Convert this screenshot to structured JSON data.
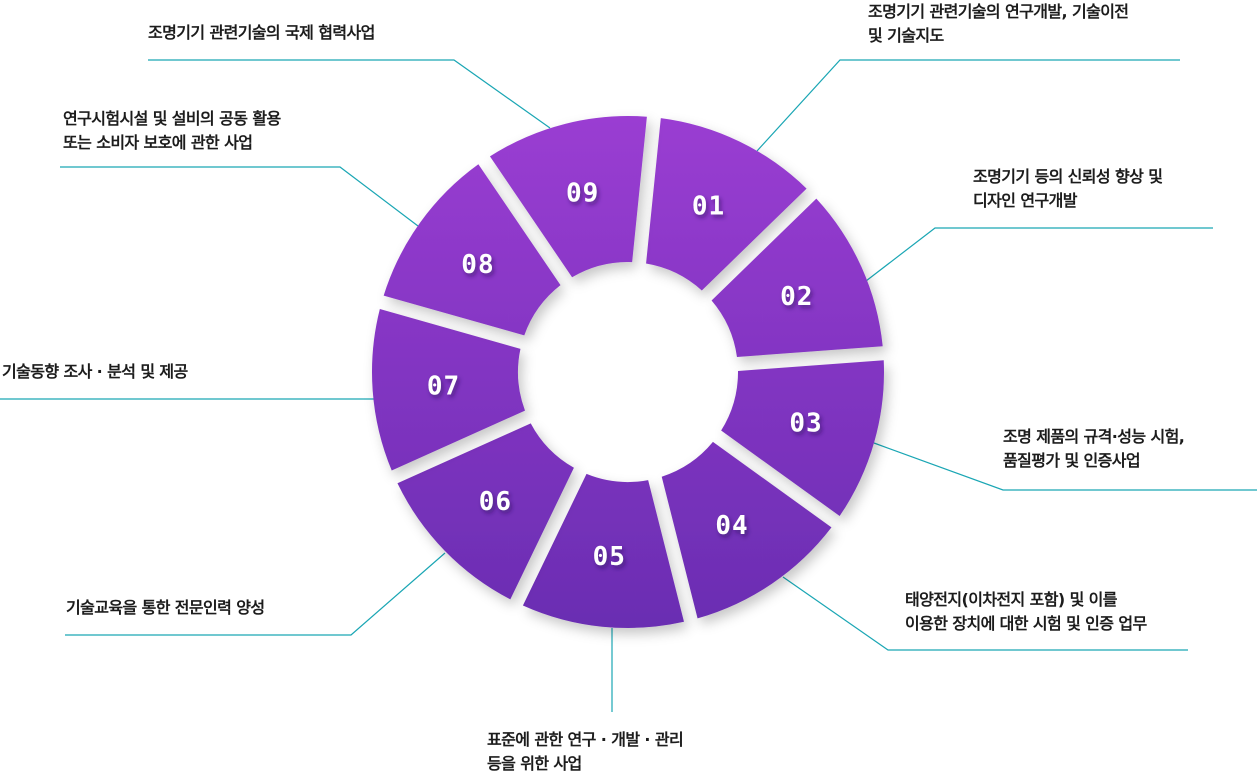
{
  "colors": {
    "segment_top": "#9a3dd2",
    "segment_bottom": "#6a2db2",
    "connector": "#1aa6b4",
    "text": "#1c1c1c",
    "label": "#ffffff"
  },
  "items": [
    {
      "num": "01",
      "lines": [
        "조명기기 관련기술의 연구개발, 기술이전",
        "및 기술지도"
      ]
    },
    {
      "num": "02",
      "lines": [
        "조명기기 등의 신뢰성 향상 및",
        "디자인 연구개발"
      ]
    },
    {
      "num": "03",
      "lines": [
        "조명 제품의 규격·성능 시험,",
        "품질평가 및 인증사업"
      ]
    },
    {
      "num": "04",
      "lines": [
        "태양전지(이차전지 포함) 및 이를",
        "이용한 장치에 대한 시험 및 인증 업무"
      ]
    },
    {
      "num": "05",
      "lines": [
        "표준에 관한 연구 · 개발 · 관리",
        "등을 위한 사업"
      ]
    },
    {
      "num": "06",
      "lines": [
        "기술교육을 통한 전문인력 양성"
      ]
    },
    {
      "num": "07",
      "lines": [
        "기술동향 조사 · 분석 및 제공"
      ]
    },
    {
      "num": "08",
      "lines": [
        "연구시험시설 및 설비의 공동 활용",
        "또는 소비자 보호에 관한 사업"
      ]
    },
    {
      "num": "09",
      "lines": [
        "조명기기 관련기술의 국제 협력사업"
      ]
    }
  ]
}
